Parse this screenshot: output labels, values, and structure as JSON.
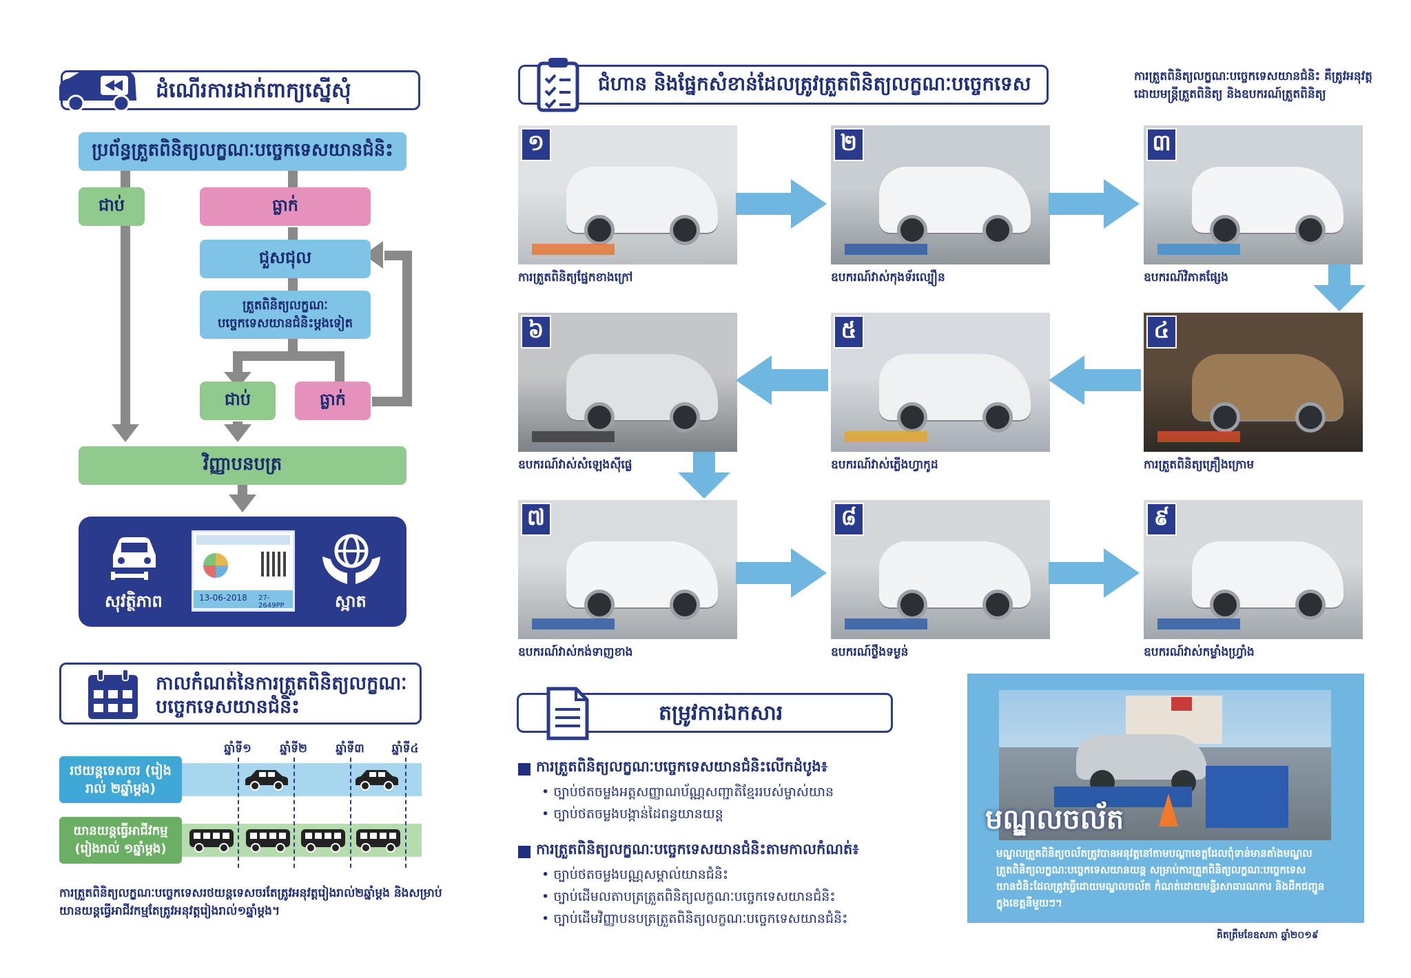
{
  "application": {
    "header": "ដំណើរការដាក់ពាក្យស្នើសុំ",
    "system_title": "ប្រព័ន្ធត្រួតពិនិត្យលក្ខណៈបច្ចេកទេសយានជំនិះ",
    "pass": "ជាប់",
    "fail": "ធ្លាក់",
    "repair": "ជួសជុល",
    "reinspect": "ត្រួតពិនិត្យលក្ខណៈបច្ចេកទេសយានជំនិះម្តងទៀត",
    "pass2": "ជាប់",
    "fail2": "ធ្លាក់",
    "certificate": "វិញ្ញាបនបត្រ",
    "safety": "សុវត្ថិភាព",
    "clean": "ស្អាត",
    "cert_date": "13-06-2018",
    "cert_code": "27-2649PP"
  },
  "schedule": {
    "header": "កាលកំណត់នៃការត្រួតពិនិត្យលក្ខណៈបច្ចេកទេសយានជំនិះ",
    "years": [
      "ឆ្នាំទី១",
      "ឆ្នាំទី២",
      "ឆ្នាំទី៣",
      "ឆ្នាំទី៤"
    ],
    "row1_label": "រថយន្តទេសចរ (រៀងរាល់ ២ឆ្នាំម្តង)",
    "row2_label": "យានយន្តធ្វើអាជីវកម្ម (រៀងរាល់ ១ឆ្នាំម្តង)",
    "note_line1": "ការត្រួតពិនិត្យលក្ខណៈបច្ចេកទេសរថយន្តទេសចរតែត្រូវអនុវត្តរៀងរាល់២ឆ្នាំម្តង និងសម្រាប់",
    "note_line2": "យានយន្តធ្វើអាជីវកម្មតែត្រូវអនុវត្តរៀងរាល់១ឆ្នាំម្តង។"
  },
  "steps": {
    "header": "ជំហាន និងផ្នែកសំខាន់ដែលត្រូវត្រួតពិនិត្យលក្ខណៈបច្ចេកទេស",
    "side_note_line1": "ការត្រួតពិនិត្យលក្ខណៈបច្ចេកទេសយានជំនិះ គឺត្រូវអនុវត្ត",
    "side_note_line2": "ដោយមន្ត្រីត្រួតពិនិត្យ និងឧបករណ៍ត្រួតពិនិត្យ",
    "items": [
      {
        "num": "១",
        "caption": "ការត្រួតពិនិត្យផ្នែកខាងក្រៅ"
      },
      {
        "num": "២",
        "caption": "ឧបករណ៍វាស់កុងទ័រល្បឿន"
      },
      {
        "num": "៣",
        "caption": "ឧបករណ៍វិភាគផ្សែង"
      },
      {
        "num": "៤",
        "caption": "ការត្រួតពិនិត្យគ្រឿងក្រោម"
      },
      {
        "num": "៥",
        "caption": "ឧបករណ៍វាស់ភ្លើងហ្វាកូដ"
      },
      {
        "num": "៦",
        "caption": "ឧបករណ៍វាស់សំឡេងស៊ីផ្លេ"
      },
      {
        "num": "៧",
        "caption": "ឧបករណ៍វាស់កង់ទាញខាង"
      },
      {
        "num": "៨",
        "caption": "ឧបករណ៍ថ្លឹងទម្ងន់"
      },
      {
        "num": "៩",
        "caption": "ឧបករណ៍វាស់កម្លាំងហ្វ្រាំង"
      }
    ]
  },
  "documents": {
    "header": "តម្រូវការឯកសារ",
    "section1": "ការត្រួតពិនិត្យលក្ខណៈបច្ចេកទេសយានជំនិះលើកដំបូង៖",
    "s1_items": [
      "ច្បាប់ថតចម្លងអត្តសញ្ញាណប័ណ្ណសញ្ជាតិខ្មែររបស់ម្ចាស់យាន",
      "ច្បាប់ថតចម្លងបង្កាន់ដៃពន្ធយានយន្ត"
    ],
    "section2": "ការត្រួតពិនិត្យលក្ខណៈបច្ចេកទេសយានជំនិះតាមកាលកំណត់៖",
    "s2_items": [
      "ច្បាប់ថតចម្លងបណ្ណសម្គាល់យានជំនិះ",
      "ច្បាប់ដើមលតាបត្រត្រួតពិនិត្យលក្ខណៈបច្ចេកទេសយានជំនិះ",
      "ច្បាប់ដើមវិញ្ញាបនបត្រត្រួតពិនិត្យលក្ខណៈបច្ចេកទេសយានជំនិះ"
    ]
  },
  "mobile": {
    "title": "មណ្ឌលចល័ត",
    "text_line1": "មណ្ឌលត្រួតពិនិត្យចល័តត្រូវបានអនុវត្តនៅតាមបណ្តាខេត្តដែលពុំទាន់មានតាំងមណ្ឌល",
    "text_line2": "ត្រួតពិនិត្យលក្ខណៈបច្ចេកទេសយានយន្ត សម្រាប់ការត្រួតពិនិត្យលក្ខណៈបច្ចេកទេស",
    "text_line3": "យានជំនិះដែលត្រូវធ្វើដោយមណ្ឌលចល័ត កំណត់ដោយមន្ទីរសាធារណការ និងដឹកជញ្ជូន",
    "text_line4": "ក្នុងខេត្តនីមួយៗ។"
  },
  "footer": "គិតត្រឹមខែឧសភា ឆ្នាំ២០១៩",
  "colors": {
    "navy": "#2a3a8c",
    "light_blue": "#7fc3e6",
    "green": "#8fc98b",
    "pink": "#e591bb",
    "gray": "#8a8a8a"
  }
}
